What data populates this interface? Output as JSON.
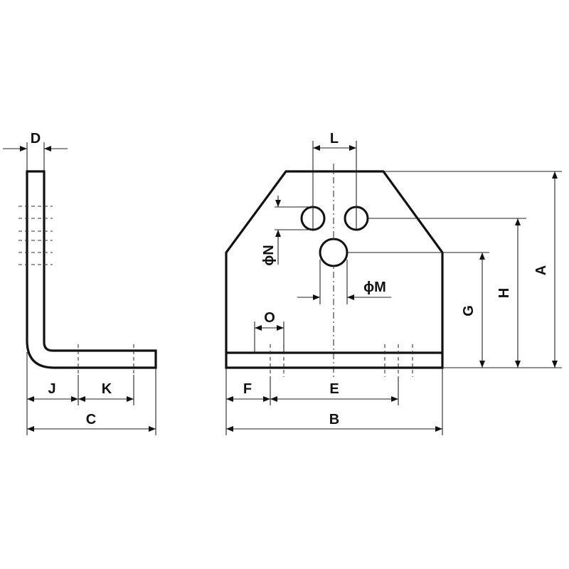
{
  "labels": {
    "A": "A",
    "B": "B",
    "C": "C",
    "D": "D",
    "E": "E",
    "F": "F",
    "G": "G",
    "H": "H",
    "J": "J",
    "K": "K",
    "L": "L",
    "M": "ϕM",
    "N": "ϕN",
    "O": "O"
  }
}
